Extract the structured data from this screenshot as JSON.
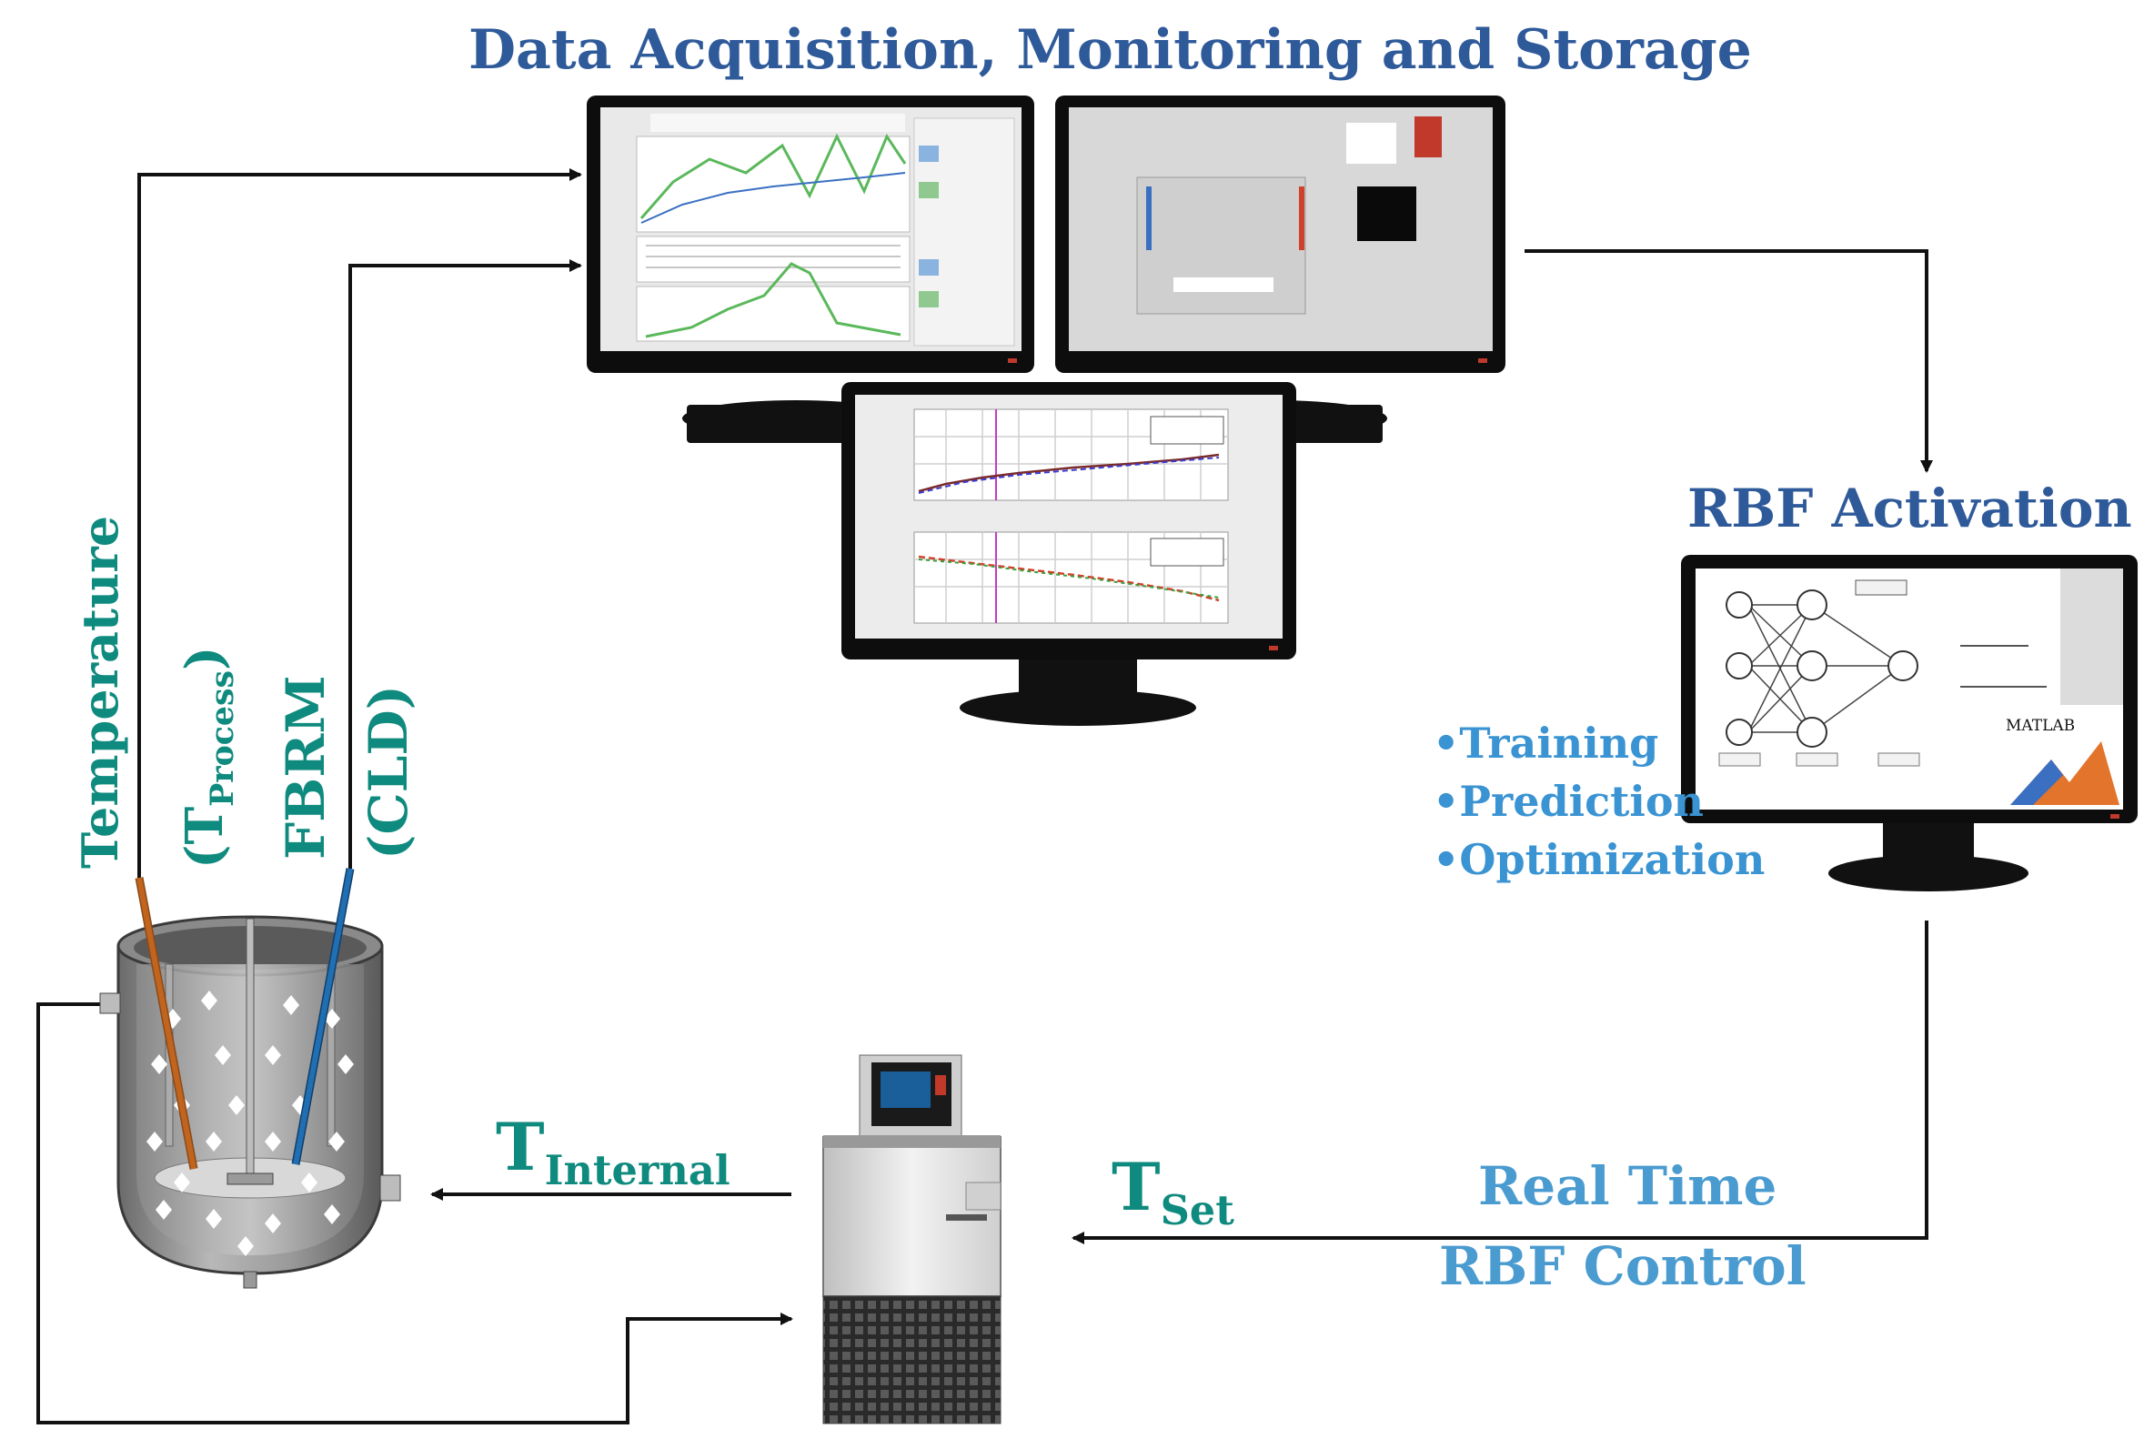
{
  "title": "Data Acquisition, Monitoring and Storage",
  "rbf_title": "RBF Activation",
  "bullets": [
    "•Training",
    "•Prediction",
    "•Optimization"
  ],
  "real_time_label_line1": "Real Time",
  "real_time_label_line2": "RBF Control",
  "t_internal": {
    "main": "T",
    "sub": "Internal"
  },
  "t_set": {
    "main": "T",
    "sub": "Set"
  },
  "temperature_label": "Temperature",
  "t_process": {
    "main": "T",
    "sub": "Process",
    "open": "(",
    "close": ")"
  },
  "fbrm_label": "FBRM",
  "cld_label": "(CLD)",
  "matlab_label": "MATLAB",
  "colors": {
    "title_blue": "#2f5a9a",
    "teal": "#0f8a7e",
    "light_blue": "#4a9bd0",
    "monitor_black": "#0d0d0d",
    "probe_orange": "#c0641e",
    "probe_blue": "#1f6fb2"
  }
}
